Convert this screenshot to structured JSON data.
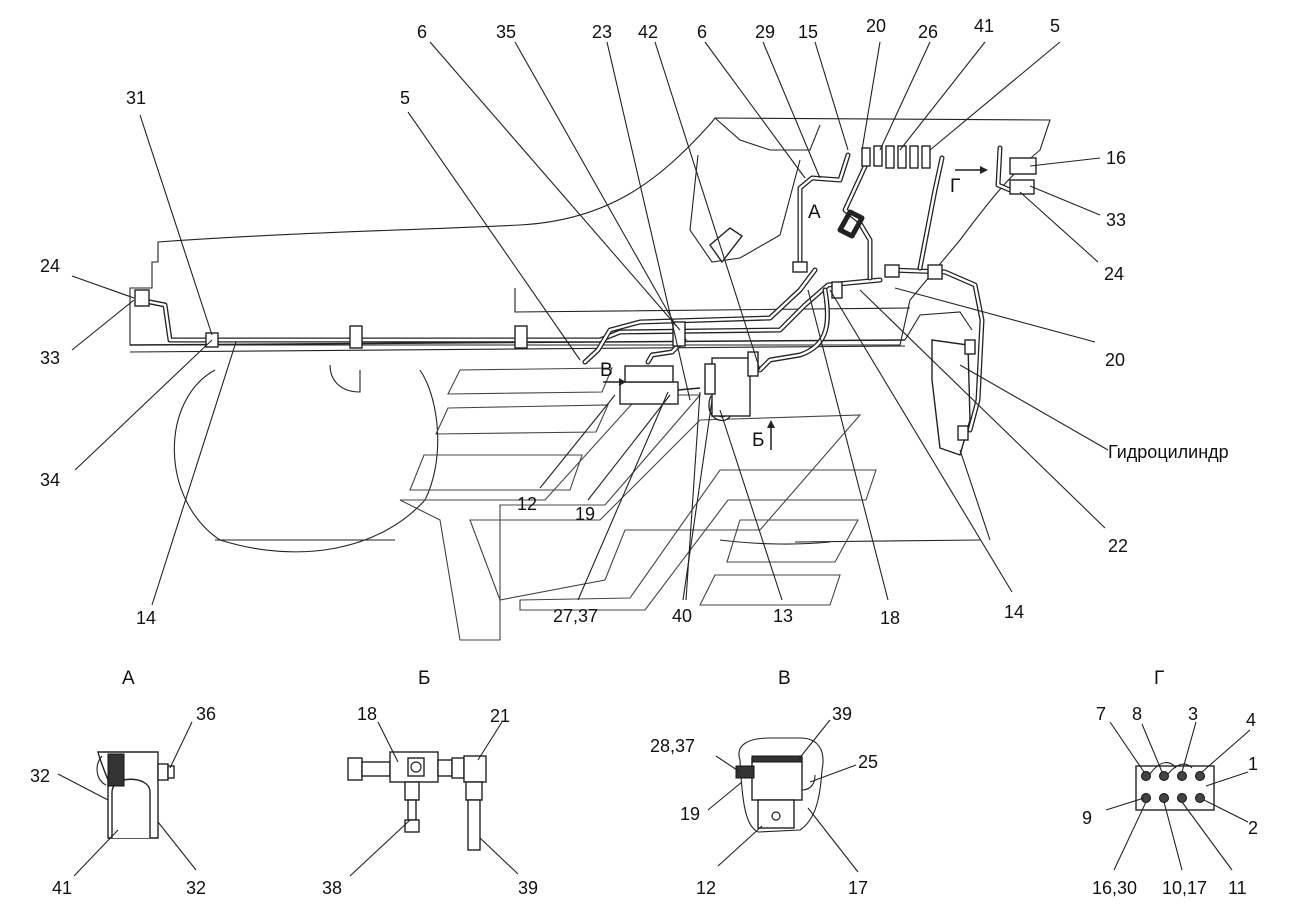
{
  "callouts": [
    "31",
    "6",
    "35",
    "23",
    "42",
    "5",
    "6",
    "29",
    "15",
    "20",
    "26",
    "41",
    "5",
    "24",
    "33",
    "34",
    "14",
    "12",
    "19",
    "27,37",
    "40",
    "13",
    "18",
    "14",
    "22",
    "20",
    "16",
    "33",
    "24",
    "Гидроцилиндр"
  ],
  "inline_labels": {
    "a": "А",
    "b": "Б",
    "v": "В",
    "g": "Г"
  },
  "views": {
    "a": {
      "title": "А",
      "labels": [
        "36",
        "32",
        "41",
        "32"
      ]
    },
    "b": {
      "title": "Б",
      "labels": [
        "18",
        "21",
        "38",
        "39"
      ]
    },
    "v": {
      "title": "В",
      "labels": [
        "39",
        "28,37",
        "25",
        "19",
        "12",
        "17"
      ]
    },
    "g": {
      "title": "Г",
      "labels": [
        "7",
        "8",
        "3",
        "4",
        "1",
        "9",
        "2",
        "16,30",
        "10,17",
        "11"
      ]
    }
  }
}
